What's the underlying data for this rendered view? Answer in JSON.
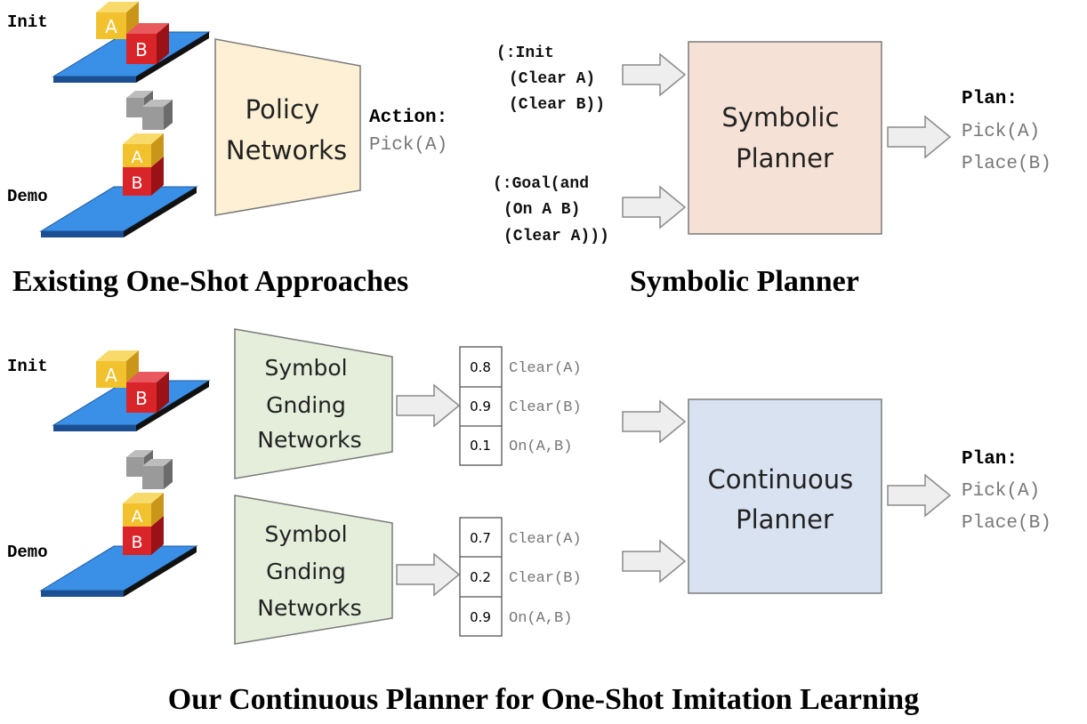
{
  "top_left": {
    "init_label": "Init",
    "demo_label": "Demo",
    "network_lines": [
      "Policy",
      "Networks"
    ],
    "action_label": "Action:",
    "action_value": "Pick(A)",
    "caption": "Existing One-Shot Approaches"
  },
  "top_right": {
    "init_lines": [
      "(:Init",
      "(Clear A)",
      "(Clear B))"
    ],
    "goal_lines": [
      "(:Goal(and",
      "(On A B)",
      "(Clear A)))"
    ],
    "planner_lines": [
      "Symbolic",
      "Planner"
    ],
    "plan_label": "Plan:",
    "plan_steps": [
      "Pick(A)",
      "Place(B)"
    ],
    "caption": "Symbolic Planner"
  },
  "bottom": {
    "init_label": "Init",
    "demo_label": "Demo",
    "network_lines": [
      "Symbol",
      "Gnding",
      "Networks"
    ],
    "init_predicates": [
      {
        "value": "0.8",
        "name": "Clear(A)"
      },
      {
        "value": "0.9",
        "name": "Clear(B)"
      },
      {
        "value": "0.1",
        "name": "On(A,B)"
      }
    ],
    "demo_predicates": [
      {
        "value": "0.7",
        "name": "Clear(A)"
      },
      {
        "value": "0.2",
        "name": "Clear(B)"
      },
      {
        "value": "0.9",
        "name": "On(A,B)"
      }
    ],
    "planner_lines": [
      "Continuous",
      "Planner"
    ],
    "plan_label": "Plan:",
    "plan_steps": [
      "Pick(A)",
      "Place(B)"
    ],
    "caption": "Our Continuous Planner for One-Shot Imitation Learning"
  },
  "blocks": {
    "a_label": "A",
    "b_label": "B"
  },
  "colors": {
    "policy_fill": "#fdf0d4",
    "symbol_net_fill": "#e4eedb",
    "symbolic_planner_fill": "#f6e1d6",
    "continuous_planner_fill": "#d9e2f0",
    "platform": "#3a8fe6",
    "block_a": "#f2c12e",
    "block_b": "#d9252a",
    "block_gray": "#9a9a9a",
    "arrow_fill": "#eeeeee"
  }
}
